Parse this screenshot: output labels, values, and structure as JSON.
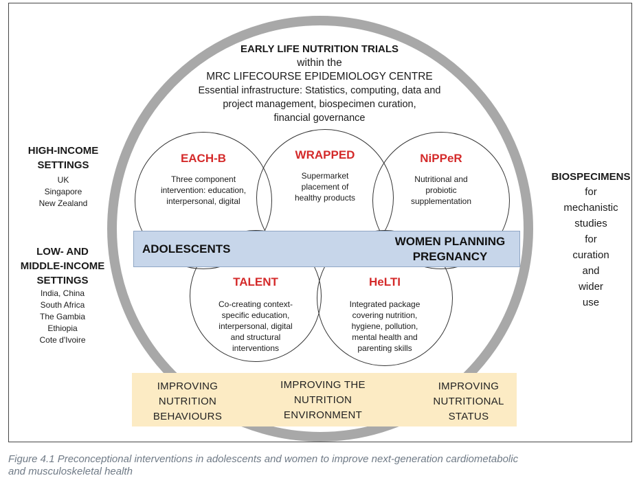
{
  "header": {
    "line1": "EARLY LIFE NUTRITION TRIALS",
    "line2": "within the",
    "line3": "MRC LIFECOURSE EPIDEMIOLOGY CENTRE",
    "line4": "Essential infrastructure: Statistics, computing, data and",
    "line5": "project management, biospecimen curation,",
    "line6": "financial governance"
  },
  "trials": {
    "each_b": {
      "title": "EACH-B",
      "desc": [
        "Three component",
        "intervention: education,",
        "interpersonal, digital"
      ]
    },
    "wrapped": {
      "title": "WRAPPED",
      "desc": [
        "Supermarket",
        "placement of",
        "healthy products"
      ]
    },
    "nipper": {
      "title": "NiPPeR",
      "desc": [
        "Nutritional and",
        "probiotic",
        "supplementation"
      ]
    },
    "talent": {
      "title": "TALENT",
      "desc": [
        "Co-creating context-",
        "specific education,",
        "interpersonal, digital",
        "and structural",
        "interventions"
      ]
    },
    "helti": {
      "title": "HeLTI",
      "desc": [
        "Integrated package",
        "covering nutrition,",
        "hygiene, pollution,",
        "mental health and",
        "parenting skills"
      ]
    }
  },
  "band": {
    "left": "ADOLESCENTS",
    "right_line1": "WOMEN PLANNING",
    "right_line2": "PREGNANCY"
  },
  "outcomes": {
    "o1": [
      "IMPROVING",
      "NUTRITION",
      "BEHAVIOURS"
    ],
    "o2": [
      "IMPROVING THE",
      "NUTRITION",
      "ENVIRONMENT"
    ],
    "o3": [
      "IMPROVING",
      "NUTRITIONAL",
      "STATUS"
    ]
  },
  "left_panel": {
    "high_title": [
      "HIGH-INCOME",
      "SETTINGS"
    ],
    "high_items": [
      "UK",
      "Singapore",
      "New Zealand"
    ],
    "low_title": [
      "LOW- AND",
      "MIDDLE-INCOME",
      "SETTINGS"
    ],
    "low_items": [
      "India, China",
      "South Africa",
      "The Gambia",
      "Ethiopia",
      "Cote d'Ivoire"
    ]
  },
  "right_panel": {
    "title": "BIOSPECIMENS",
    "lines": [
      "for",
      "mechanistic",
      "studies",
      "for",
      "curation",
      "and",
      "wider",
      "use"
    ]
  },
  "caption": {
    "line1": "Figure 4.1 Preconceptional interventions in adolescents and women to improve next-generation cardiometabolic",
    "line2": "and musculoskeletal health"
  },
  "colors": {
    "trial_title": "#d42a2a",
    "band_fill": "#c7d6ea",
    "outcome_fill": "#fcebc4",
    "ring": "#a8a8a8"
  }
}
